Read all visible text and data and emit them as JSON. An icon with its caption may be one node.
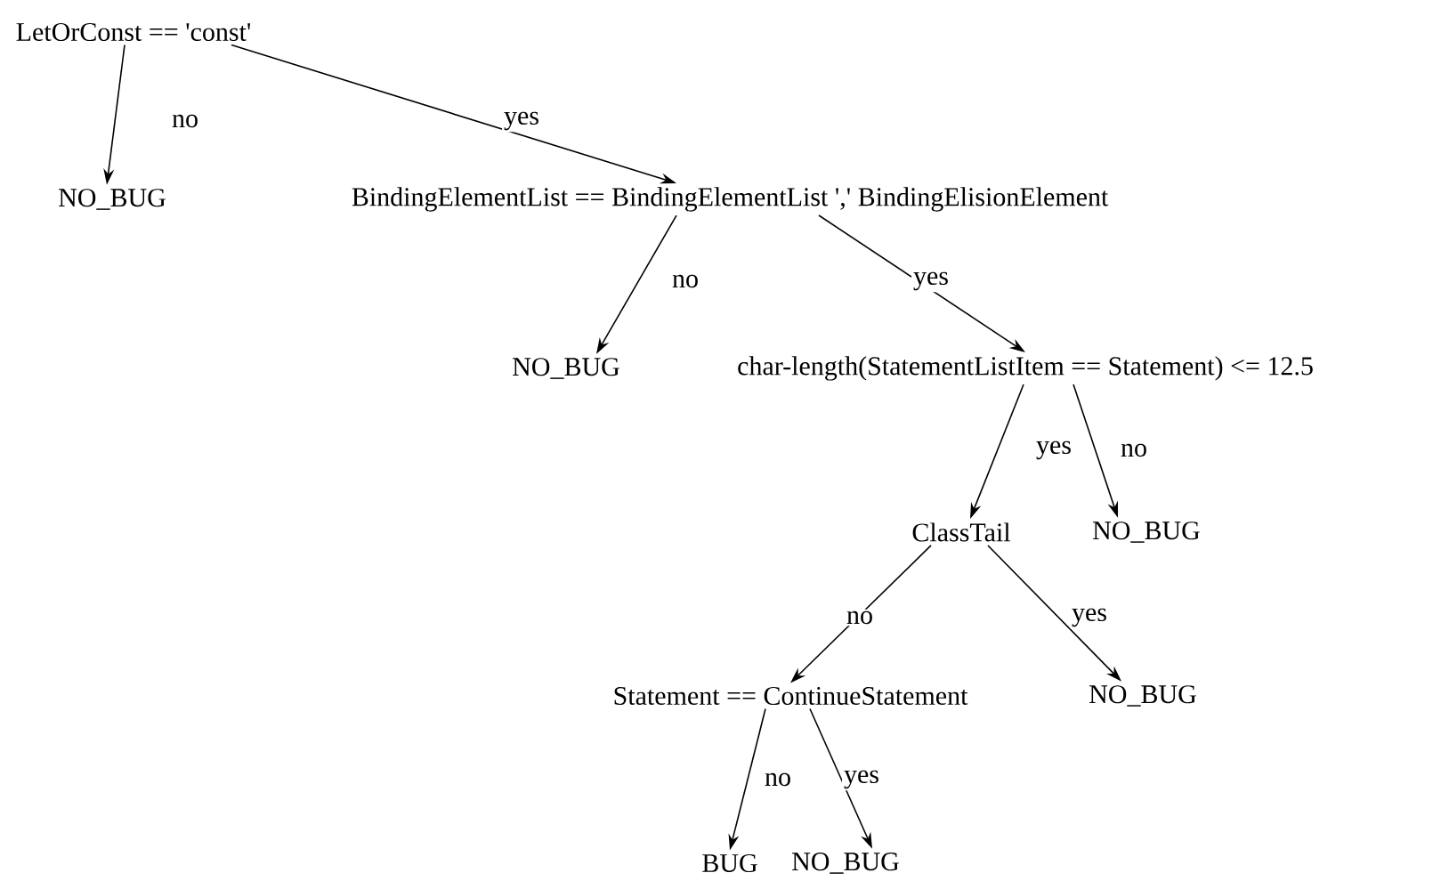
{
  "diagram": {
    "nodes": [
      {
        "text": [
          "LetOrConst == 'const'"
        ]
      },
      {
        "text": [
          "NO_BUG"
        ]
      },
      {
        "text": [
          "BindingElementList == BindingElementList ',' BindingElisionElement"
        ]
      },
      {
        "text": [
          "NO_BUG"
        ]
      },
      {
        "text": [
          "char-length(StatementListItem == Statement) <= 12.5"
        ]
      },
      {
        "text": [
          "ClassTail"
        ]
      },
      {
        "text": [
          "NO_BUG"
        ]
      },
      {
        "text": [
          "Statement == ContinueStatement"
        ]
      },
      {
        "text": [
          "NO_BUG"
        ]
      },
      {
        "text": [
          "BUG"
        ]
      },
      {
        "text": [
          "NO_BUG"
        ]
      }
    ],
    "edges": [
      {
        "from": 0,
        "to": 1,
        "arrow": "to",
        "label": "no"
      },
      {
        "from": 0,
        "to": 2,
        "arrow": "to",
        "label": "yes"
      },
      {
        "from": 2,
        "to": 3,
        "arrow": "to",
        "label": "no"
      },
      {
        "from": 2,
        "to": 4,
        "arrow": "to",
        "label": "yes"
      },
      {
        "from": 4,
        "to": 5,
        "arrow": "to",
        "label": "yes"
      },
      {
        "from": 4,
        "to": 6,
        "arrow": "to",
        "label": "no"
      },
      {
        "from": 5,
        "to": 7,
        "arrow": "to",
        "label": "no"
      },
      {
        "from": 5,
        "to": 8,
        "arrow": "to",
        "label": "yes"
      },
      {
        "from": 7,
        "to": 9,
        "arrow": "to",
        "label": "no"
      },
      {
        "from": 7,
        "to": 10,
        "arrow": "to",
        "label": "yes"
      }
    ]
  }
}
